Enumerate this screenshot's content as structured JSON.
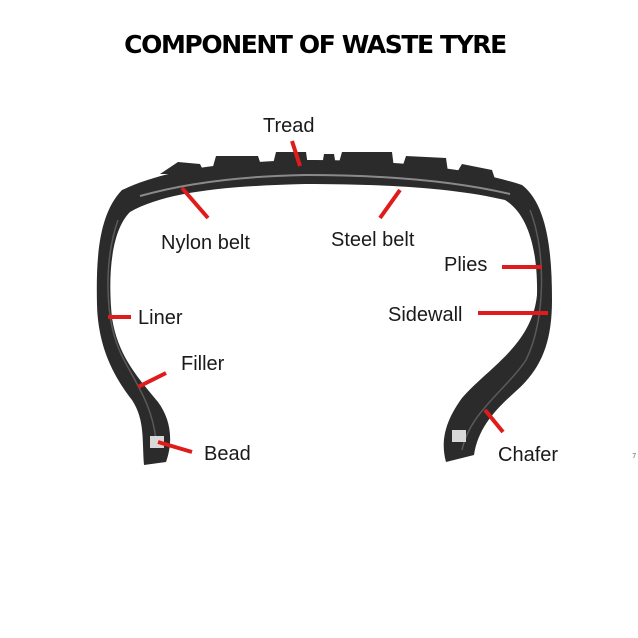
{
  "title": "COMPONENT OF WASTE TYRE",
  "labels": {
    "tread": "Tread",
    "nylon_belt": "Nylon belt",
    "steel_belt": "Steel belt",
    "plies": "Plies",
    "liner": "Liner",
    "sidewall": "Sidewall",
    "filler": "Filler",
    "bead": "Bead",
    "chafer": "Chafer"
  },
  "page_number": "7",
  "colors": {
    "pointer": "#e01b1b",
    "tyre": "#2b2b2b",
    "tyre_highlight": "#8a8a8a",
    "text": "#1a1a1a"
  }
}
